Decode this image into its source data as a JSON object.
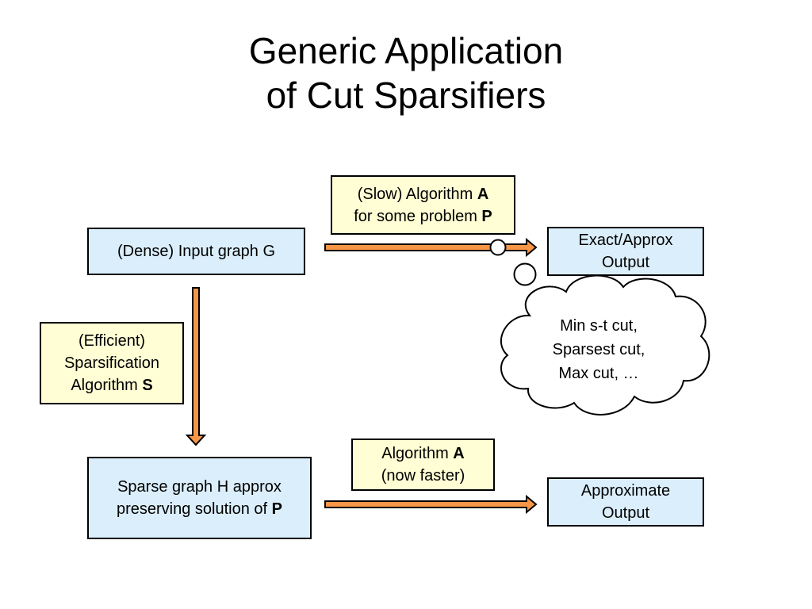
{
  "title": {
    "line1": "Generic Application",
    "line2": "of Cut Sparsifiers"
  },
  "nodes": {
    "input_graph": {
      "text": "(Dense) Input graph G"
    },
    "slow_algorithm": {
      "line1_text": "(Slow)  Algorithm ",
      "line1_bold": "A",
      "line2_text": "for some problem ",
      "line2_bold": "P"
    },
    "exact_output": {
      "line1": "Exact/Approx",
      "line2": "Output"
    },
    "sparsification": {
      "line1": "(Efficient)",
      "line2": "Sparsification",
      "line3_text": "Algorithm ",
      "line3_bold": "S"
    },
    "sparse_graph": {
      "line1": "Sparse graph H approx",
      "line2_text": "preserving solution of ",
      "line2_bold": "P"
    },
    "fast_algorithm": {
      "line1_text": "Algorithm ",
      "line1_bold": "A",
      "line2": "(now faster)"
    },
    "approx_output": {
      "line1": "Approximate",
      "line2": "Output"
    }
  },
  "cloud": {
    "line1": "Min s-t cut,",
    "line2": "Sparsest cut,",
    "line3": "Max cut, …"
  },
  "colors": {
    "box_blue": "#dbeefb",
    "box_yellow": "#fffed4",
    "arrow_orange": "#f79646",
    "stroke": "#000000"
  }
}
